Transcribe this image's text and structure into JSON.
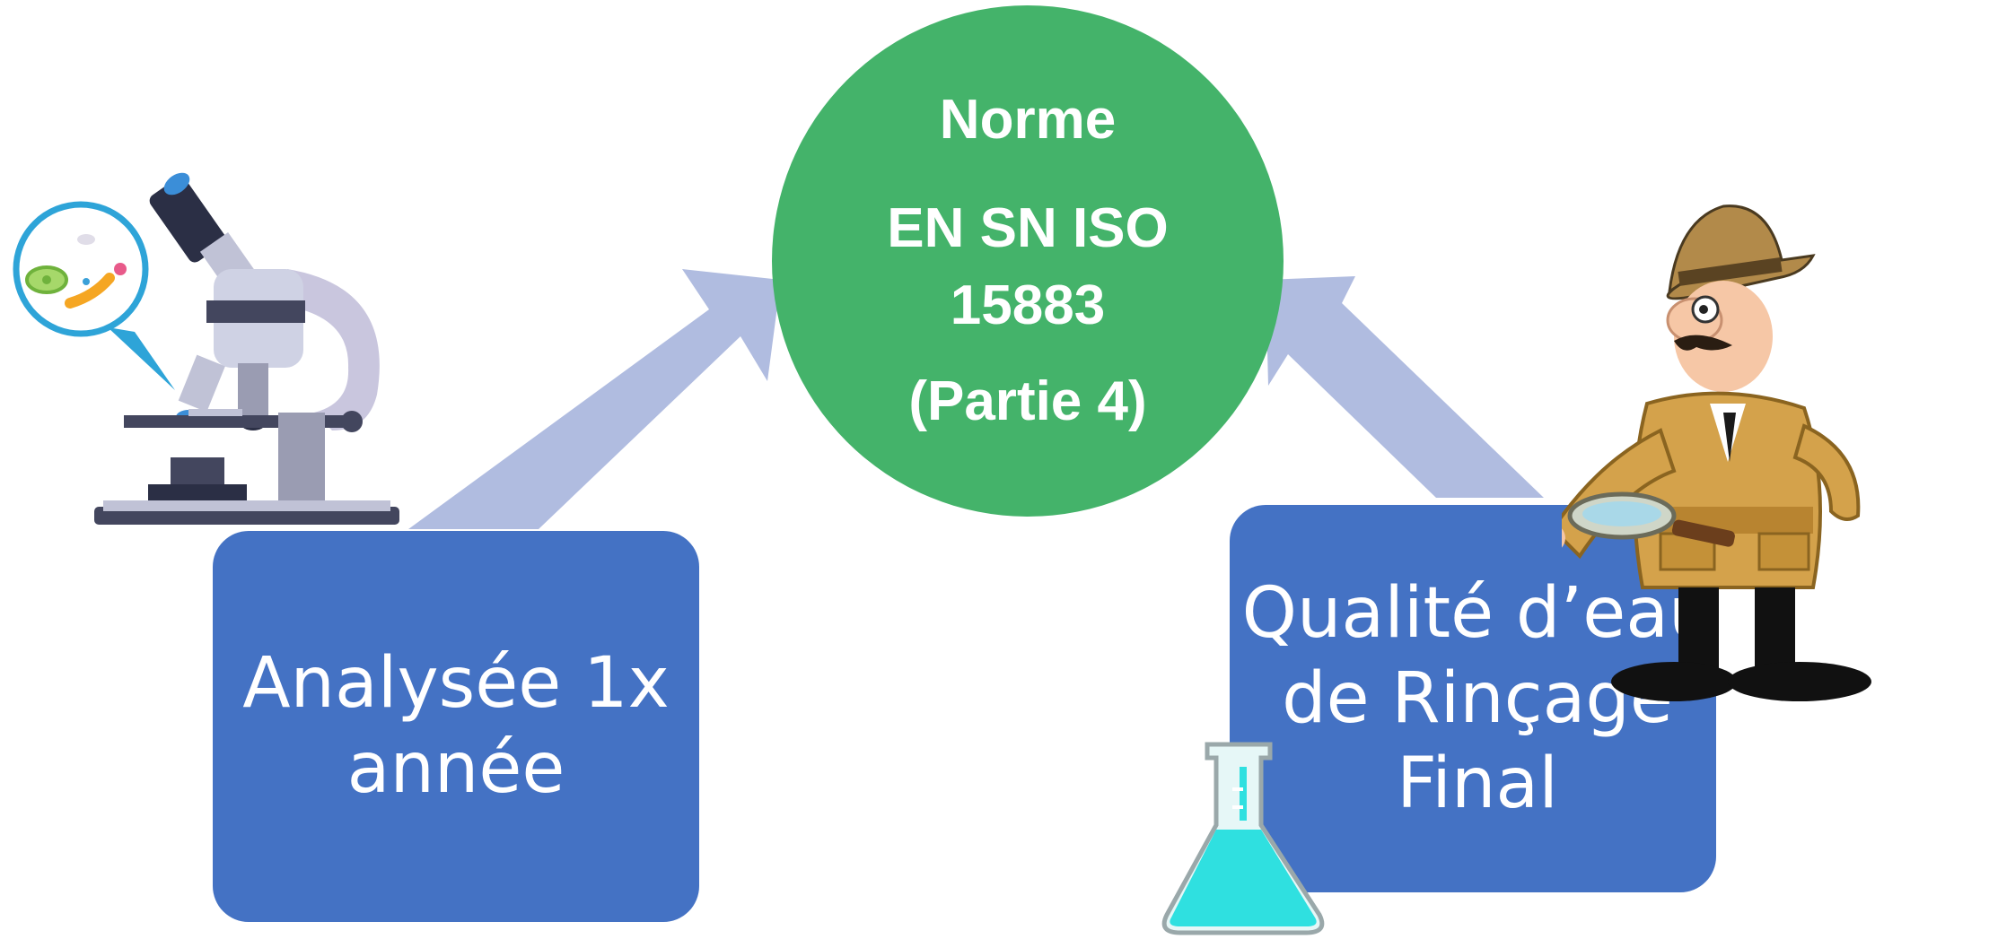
{
  "center": {
    "line1": "Norme",
    "line2": "EN SN ISO",
    "line3": "15883",
    "line4": "(Partie 4)"
  },
  "left_box": {
    "line1": "Analysée 1x",
    "line2": "année"
  },
  "right_box": {
    "line1": "Qualité d’eau",
    "line2": "de Rinçage",
    "line3": "Final"
  },
  "colors": {
    "circle": "#44b36a",
    "box": "#4472c4",
    "arrow": "#b0bce0",
    "flask": "#2fe0e0"
  },
  "icons": {
    "left": "microscope-icon",
    "right": "detective-icon",
    "bottom": "flask-icon"
  }
}
